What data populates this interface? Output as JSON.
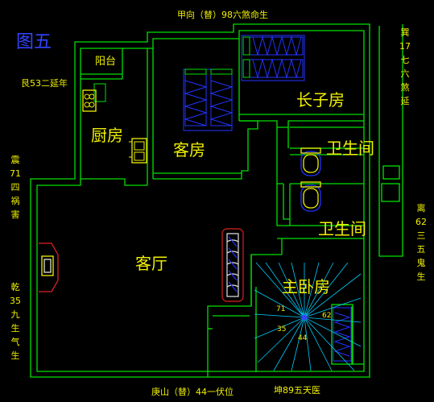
{
  "figure_title": "图五",
  "direction_top": "甲向（替）98六煞命生",
  "direction_bottom_left": "庚山（替）44一伏位",
  "direction_bottom_right": "坤89五天医",
  "direction_left_top": "艮53二延年",
  "direction_left_mid": [
    "震",
    "71",
    "四",
    "祸",
    "害"
  ],
  "direction_left_bottom": [
    "乾",
    "35",
    "九",
    "生",
    "气",
    "生"
  ],
  "direction_right_top": [
    "巽",
    "17",
    "七",
    "六",
    "煞",
    "延"
  ],
  "direction_right_bottom": [
    "离",
    "62",
    "三",
    "五",
    "鬼",
    "生"
  ],
  "rooms": {
    "balcony": "阳台",
    "kitchen": "厨房",
    "guest_room": "客房",
    "eldest_son_room": "长子房",
    "bathroom_1": "卫生间",
    "bathroom_2": "卫生间",
    "living_room": "客厅",
    "master_room": "主卧房"
  },
  "compass_labels": [
    "71",
    "62",
    "35",
    "44"
  ],
  "colors": {
    "background": "#000000",
    "walls": "#00e000",
    "text": "#f0f000",
    "title": "#3344ff",
    "furniture": "#2233ff",
    "compass": "#00ccff"
  }
}
